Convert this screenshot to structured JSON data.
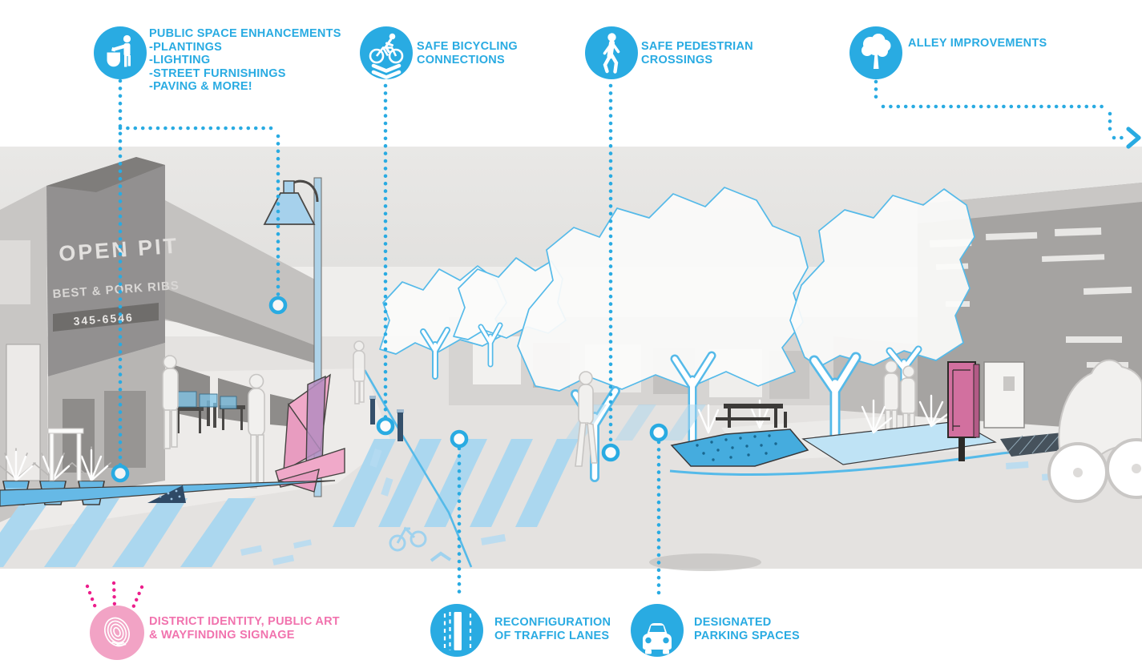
{
  "palette": {
    "blue": "#29ABE2",
    "light_blue": "#ABD7EF",
    "outline_blue": "#55BAE9",
    "pink_circle": "#F2A3C5",
    "pink_text": "#F173AE",
    "magenta": "#EC1E8C",
    "kiosk_pink": "#D2709F"
  },
  "callouts": {
    "public_space": {
      "icon": "litter-disposal-icon",
      "title": "PUBLIC SPACE ENHANCEMENTS",
      "items": [
        "-PLANTINGS",
        "-LIGHTING",
        "-STREET FURNISHINGS",
        "-PAVING & MORE!"
      ]
    },
    "bicycling": {
      "icon": "bicycle-icon",
      "line1": "SAFE BICYCLING",
      "line2": "CONNECTIONS"
    },
    "pedestrian": {
      "icon": "pedestrian-icon",
      "line1": "SAFE PEDESTRIAN",
      "line2": "CROSSINGS"
    },
    "alley": {
      "icon": "tree-icon",
      "line1": "ALLEY IMPROVEMENTS"
    },
    "district": {
      "icon": "fingerprint-icon",
      "line1": "DISTRICT IDENTITY, PUBLIC ART",
      "line2": "& WAYFINDING SIGNAGE"
    },
    "traffic": {
      "icon": "road-lanes-icon",
      "line1": "RECONFIGURATION",
      "line2": "OF TRAFFIC LANES"
    },
    "parking": {
      "icon": "car-icon",
      "line1": "DESIGNATED",
      "line2": "PARKING SPACES"
    }
  },
  "scene": {
    "building_sign": {
      "line1": "OPEN PIT",
      "line2": "BEST & PORK RIBS",
      "line3": "345-6546"
    }
  }
}
